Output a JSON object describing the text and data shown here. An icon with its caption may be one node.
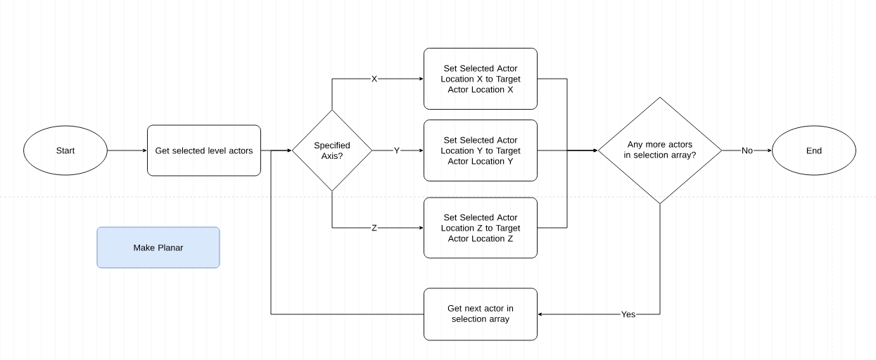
{
  "diagram": {
    "nodes": [
      {
        "text": [
          "Start"
        ]
      },
      {
        "text": [
          "Get selected level actors"
        ]
      },
      {
        "text": [
          "Specified Axis?"
        ]
      },
      {
        "text": [
          "Set Selected Actor Location X to Target Actor Location X"
        ]
      },
      {
        "text": [
          "Set Selected Actor Location Y to Target Actor Location Y"
        ]
      },
      {
        "text": [
          "Set Selected Actor Location Z to Target Actor Location Z"
        ]
      },
      {
        "text": [
          "Any more actors in selection array?"
        ]
      },
      {
        "text": [
          "End"
        ]
      },
      {
        "text": [
          "Get next actor in selection array"
        ]
      },
      {
        "text": [
          "Make Planar"
        ]
      }
    ],
    "edges": [
      {
        "from": 0,
        "to": 1,
        "arrow": "to"
      },
      {
        "from": 1,
        "to": 2,
        "arrow": "to"
      },
      {
        "from": 2,
        "to": 3,
        "arrow": "to",
        "label": "X"
      },
      {
        "from": 2,
        "to": 4,
        "arrow": "to",
        "label": "Y"
      },
      {
        "from": 2,
        "to": 5,
        "arrow": "to",
        "label": "Z"
      },
      {
        "from": 3,
        "to": 6,
        "arrow": "to"
      },
      {
        "from": 4,
        "to": 6,
        "arrow": "to"
      },
      {
        "from": 5,
        "to": 6,
        "arrow": "to"
      },
      {
        "from": 6,
        "to": 7,
        "arrow": "to",
        "label": "No"
      },
      {
        "from": 6,
        "to": 8,
        "arrow": "to",
        "label": "Yes"
      },
      {
        "from": 8,
        "to": 2,
        "arrow": "to"
      }
    ]
  }
}
